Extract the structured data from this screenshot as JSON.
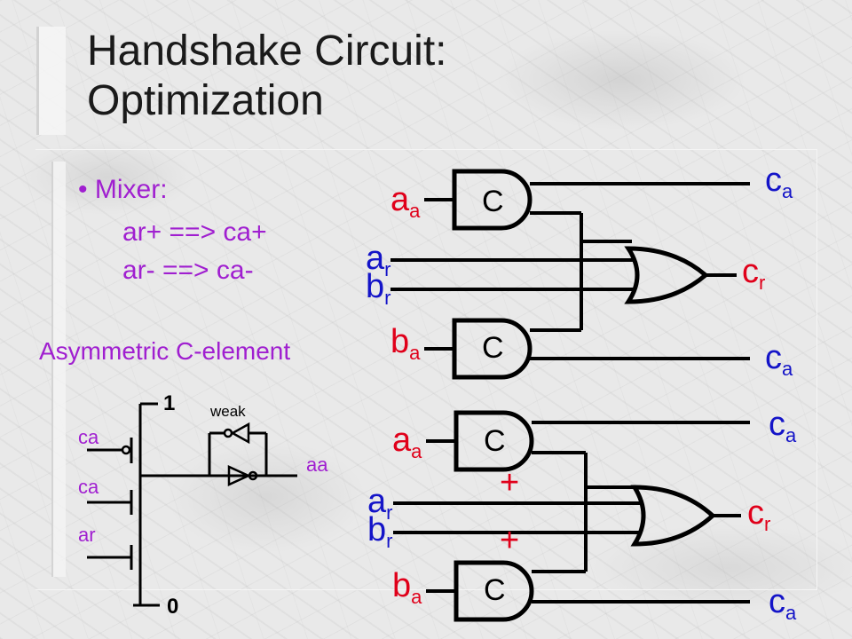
{
  "title": {
    "line1": "Handshake Circuit:",
    "line2": "Optimization"
  },
  "bullet": {
    "symbol": "•",
    "label": "Mixer:"
  },
  "rules": [
    "ar+ ==> ca+",
    "ar- ==> ca-"
  ],
  "caption": "Asymmetric C-element",
  "gate_label": "C",
  "plus": "+",
  "labels": {
    "a_main": "a",
    "a_sub": "a",
    "ar_main": "a",
    "ar_sub": "r",
    "br_main": "b",
    "br_sub": "r",
    "ba_main": "b",
    "ba_sub": "a",
    "ca_main": "c",
    "ca_sub": "a",
    "cr_main": "c",
    "cr_sub": "r"
  },
  "transistor": {
    "vdd": "1",
    "gnd": "0",
    "weak": "weak",
    "out": "aa",
    "in1": "ca",
    "in2": "ca",
    "in3": "ar"
  },
  "colors": {
    "title": "#1a1a1a",
    "text": "#a01fd0",
    "red": "#e0001a",
    "blue": "#1414c8"
  }
}
